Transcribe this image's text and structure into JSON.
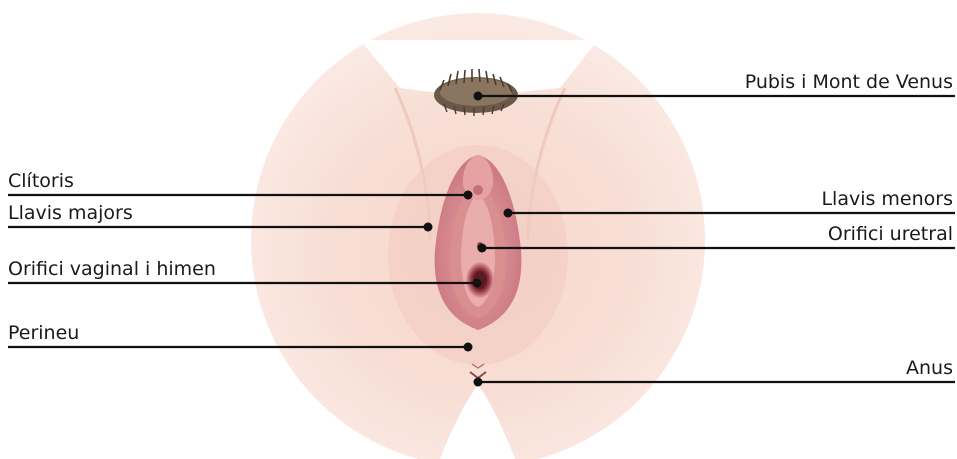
{
  "labels": {
    "pubis": "Pubis i Mont de Venus",
    "clitoris": "Clítoris",
    "llavis_majors": "Llavis majors",
    "llavis_menors": "Llavis menors",
    "orifici_uretral": "Orifici uretral",
    "orifici_vaginal": "Orifici vaginal i himen",
    "perineu": "Perineu",
    "anus": "Anus"
  },
  "colors": {
    "skin_light": "#fbe9e2",
    "skin_mid": "#f5d3c8",
    "skin_shadow": "#eec0b3",
    "labia_outer": "#d98f8f",
    "labia_inner": "#c96f76",
    "vestibule": "#e7a9a7",
    "opening": "#8b2e3a",
    "hair": "#5b4a3a",
    "leader_line": "#111111"
  }
}
